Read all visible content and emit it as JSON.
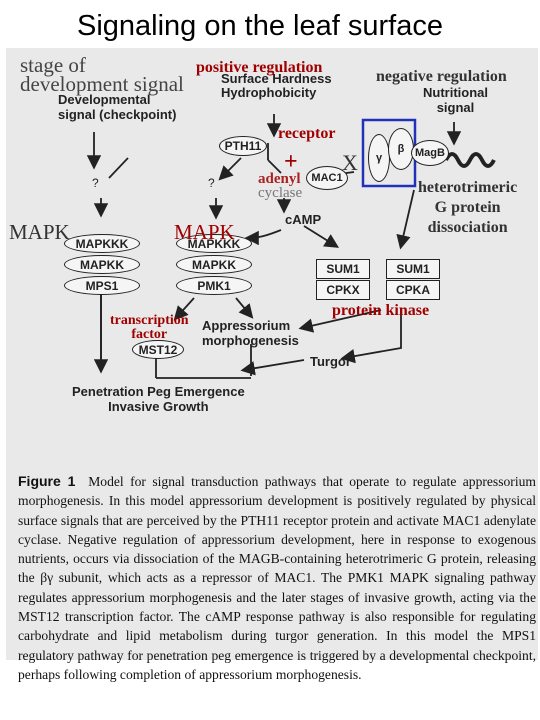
{
  "title": "Signaling on the leaf surface",
  "overlay": {
    "stage_1": "stage of",
    "stage_2": "development signal",
    "positive_regulation": "positive regulation",
    "negative_regulation": "negative regulation",
    "receptor": "receptor",
    "plus": "+",
    "x": "X",
    "adenyl": "adenyl",
    "cyclase": "cyclase",
    "g_protein_1": "heterotrimeric",
    "g_protein_2": "G protein",
    "g_protein_3": "dissociation",
    "mapk": "MAPK",
    "protein_kinase": "protein kinase",
    "transcription": "transcription",
    "factor": "factor",
    "colors": {
      "positive": "#a00000",
      "negative": "#333333",
      "highlight_box": "#2232b8"
    }
  },
  "figure": {
    "surface_hardness": "Surface Hardness",
    "hydrophobicity": "Hydrophobicity",
    "developmental_signal_1": "Developmental",
    "developmental_signal_2": "signal (checkpoint)",
    "nutritional_1": "Nutritional",
    "nutritional_2": "signal",
    "pth11": "PTH11",
    "mac1": "MAC1",
    "gamma": "γ",
    "beta": "β",
    "magb": "MagB",
    "question_left": "?",
    "question_right": "?",
    "camp": "cAMP",
    "cascade_left": [
      "MAPKKK",
      "MAPKK",
      "MPS1"
    ],
    "cascade_right": [
      "MAPKKK",
      "MAPKK",
      "PMK1"
    ],
    "sum1": "SUM1",
    "cpkx": "CPKX",
    "cpka": "CPKA",
    "appressorium_1": "Appressorium",
    "appressorium_2": "morphogenesis",
    "mst12": "MST12",
    "turgor": "Turgor",
    "penetration_1": "Penetration Peg Emergence",
    "penetration_2": "Invasive Growth"
  },
  "caption": {
    "heading": "Figure 1",
    "text": "Model for signal transduction pathways that operate to regulate appressorium morphogenesis. In this model appressorium development is positively regulated by physical surface signals that are perceived by the PTH11 receptor protein and activate MAC1 adenylate cyclase. Negative regulation of appressorium development, here in response to exogenous nutrients, occurs via dissociation of the MAGB-containing heterotrimeric G protein, releasing the βγ subunit, which acts as a repressor of MAC1. The PMK1 MAPK signaling pathway regulates appressorium morphogenesis and the later stages of invasive growth, acting via the MST12 transcription factor. The cAMP response pathway is also responsible for regulating carbohydrate and lipid metabolism during turgor generation. In this model the MPS1 regulatory pathway for penetration peg emergence is triggered by a developmental checkpoint, perhaps following completion of appressorium morphogenesis."
  }
}
